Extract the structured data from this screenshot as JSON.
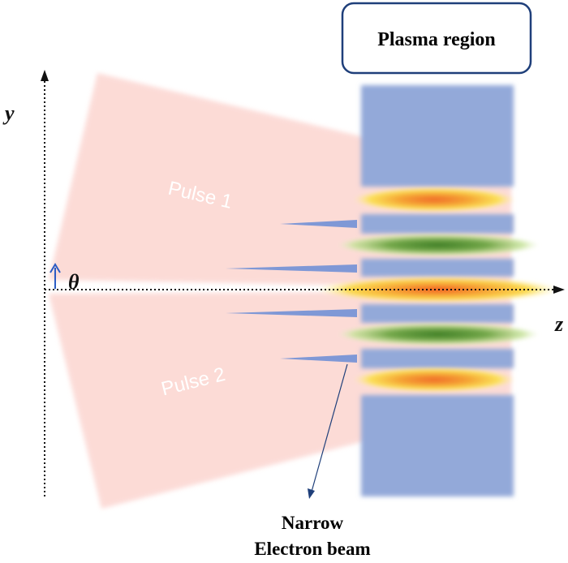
{
  "plasma_box": {
    "label": "Plasma region",
    "border_color": "#1f3f7a"
  },
  "axes": {
    "y_label": "y",
    "z_label": "z",
    "angle_label": "θ"
  },
  "pulses": [
    {
      "label": "Pulse 1"
    },
    {
      "label": "Pulse 2"
    }
  ],
  "beam_caption": {
    "line1": "Narrow",
    "line2": "Electron beam"
  },
  "colors": {
    "pulse": "#fcd5d0",
    "plasma": "#93a9d9",
    "electron_beam": "#7f98d6",
    "hot_fringe": "#f0802e",
    "warm_fringe": "#f9d33a",
    "green_fringe": "#4d8c2e",
    "axis": "#111111",
    "angle_arrow": "#2b5cc4"
  }
}
